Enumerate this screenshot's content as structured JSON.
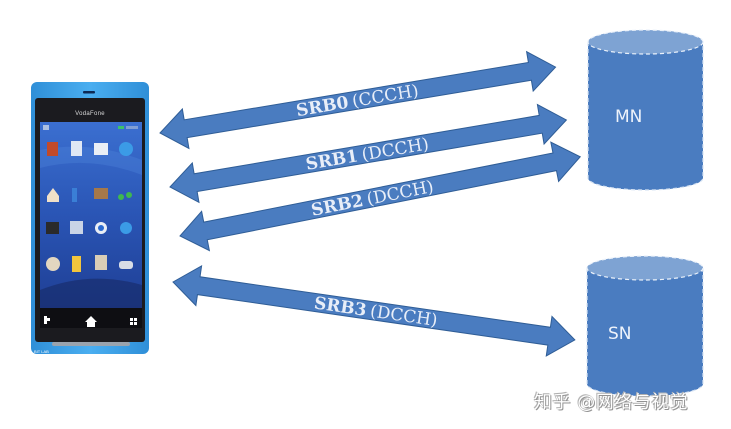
{
  "diagram": {
    "type": "signaling-radio-bearers",
    "colors": {
      "arrow_fill": "#4a7cc0",
      "arrow_stroke": "#2f5d96",
      "cylinder_body": "#4a7cc0",
      "cylinder_top": "#7ea3d3",
      "phone_frame": "#3a9be0",
      "phone_screen": "#2b57b8",
      "text_light": "#e8eef8"
    },
    "device": {
      "brand": "VodaFone",
      "bottom_caption": "BIT LAB",
      "dock_icons": [
        "back-icon",
        "home-icon",
        "apps-grid-icon"
      ]
    },
    "nodes": [
      {
        "id": "mn",
        "label": "MN"
      },
      {
        "id": "sn",
        "label": "SN"
      }
    ],
    "arrows": [
      {
        "name": "SRB0",
        "channel": "(CCCH)",
        "from": "device",
        "to": "MN",
        "direction": "bidirectional"
      },
      {
        "name": "SRB1",
        "channel": "(DCCH)",
        "from": "device",
        "to": "MN",
        "direction": "bidirectional"
      },
      {
        "name": "SRB2",
        "channel": "(DCCH)",
        "from": "device",
        "to": "MN",
        "direction": "bidirectional"
      },
      {
        "name": "SRB3",
        "channel": "(DCCH)",
        "from": "device",
        "to": "SN",
        "direction": "bidirectional"
      }
    ]
  },
  "watermark": "知乎 @网络与视觉"
}
